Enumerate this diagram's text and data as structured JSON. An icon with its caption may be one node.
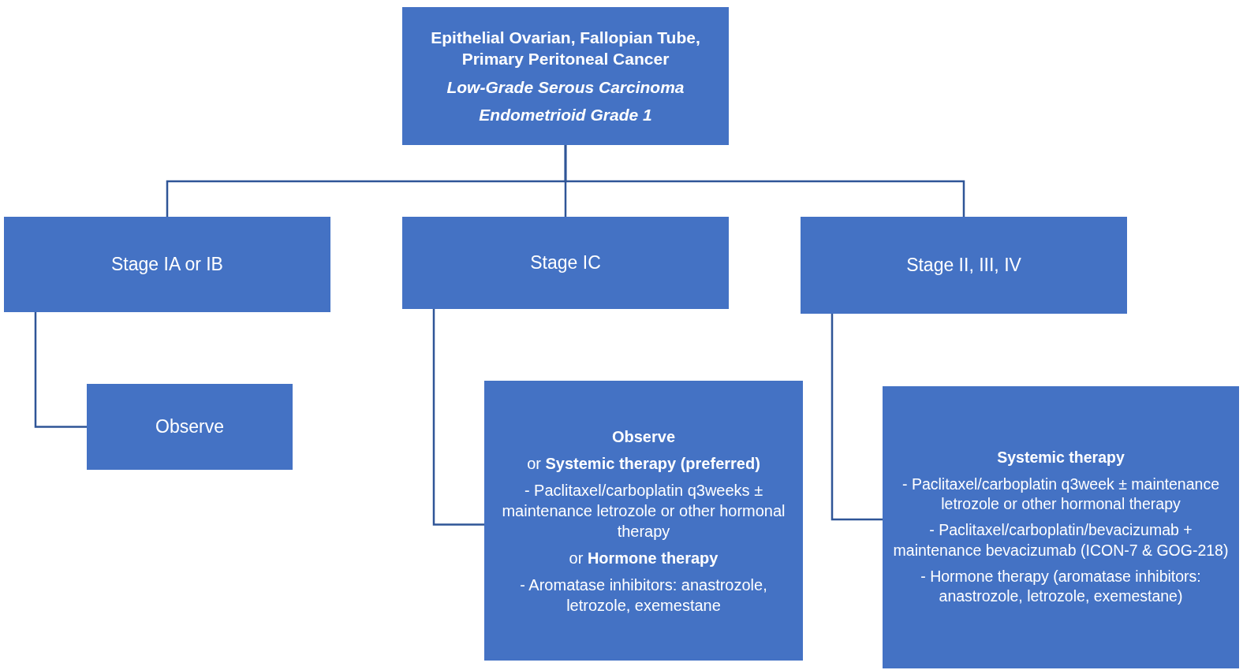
{
  "diagram": {
    "nodes": [
      {
        "text": [
          "Epithelial Ovarian, Fallopian Tube, Primary Peritoneal Cancer",
          "Low-Grade Serous Carcinoma",
          "Endometrioid Grade 1"
        ]
      },
      {
        "text": [
          "Stage IA or IB"
        ]
      },
      {
        "text": [
          "Stage IC"
        ]
      },
      {
        "text": [
          "Stage II, III, IV"
        ]
      },
      {
        "text": [
          "Observe"
        ]
      },
      {
        "text": [
          "Observe",
          "or **Systemic therapy (preferred)**",
          "- Paclitaxel/carboplatin q3weeks ± maintenance letrozole or other hormonal therapy",
          "or **Hormone therapy**",
          "- Aromatase inhibitors: anastrozole, letrozole, exemestane"
        ]
      },
      {
        "text": [
          "Systemic therapy",
          "- Paclitaxel/carboplatin q3week ± maintenance letrozole or other hormonal therapy",
          "- Paclitaxel/carboplatin/bevacizumab + maintenance bevacizumab (ICON-7 & GOG-218)",
          "- Hormone therapy (aromatase inhibitors: anastrozole, letrozole, exemestane)"
        ]
      }
    ],
    "edges": [
      {
        "from": 0,
        "to": 1,
        "arrow": "none"
      },
      {
        "from": 0,
        "to": 2,
        "arrow": "none"
      },
      {
        "from": 0,
        "to": 3,
        "arrow": "none"
      },
      {
        "from": 1,
        "to": 4,
        "arrow": "none"
      },
      {
        "from": 2,
        "to": 5,
        "arrow": "none"
      },
      {
        "from": 3,
        "to": 6,
        "arrow": "none"
      }
    ]
  }
}
